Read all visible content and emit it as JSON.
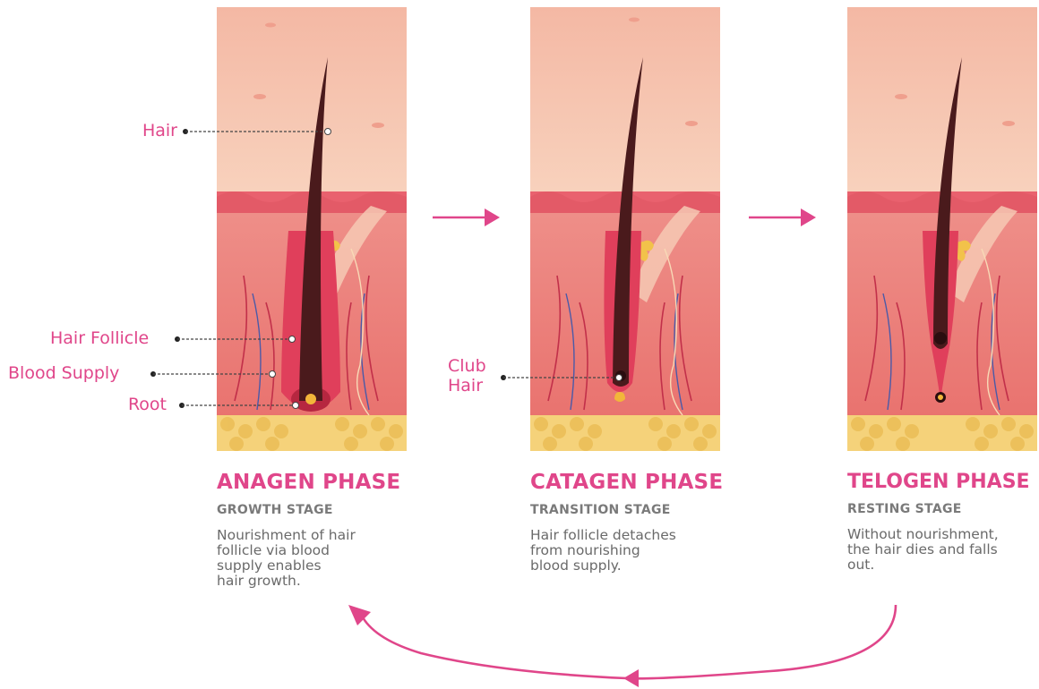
{
  "labels": {
    "hair": "Hair",
    "hair_follicle": "Hair Follicle",
    "blood_supply": "Blood Supply",
    "root": "Root",
    "club_hair": "Club\nHair"
  },
  "phases": [
    {
      "title": "ANAGEN PHASE",
      "stage": "GROWTH STAGE",
      "description": "Nourishment of hair\nfollicle via blood\nsupply enables\nhair growth."
    },
    {
      "title": "CATAGEN PHASE",
      "stage": "TRANSITION STAGE",
      "description": "Hair follicle detaches\nfrom nourishing\nblood supply."
    },
    {
      "title": "TELOGEN PHASE",
      "stage": "RESTING STAGE",
      "description": "Without nourishment,\nthe hair dies and falls\nout."
    }
  ],
  "colors": {
    "accent": "#e0468a",
    "skin_top": "#f6c4ad",
    "dermis": "#ea7a78",
    "fat": "#f5d27a",
    "hair": "#4a1a1c"
  }
}
